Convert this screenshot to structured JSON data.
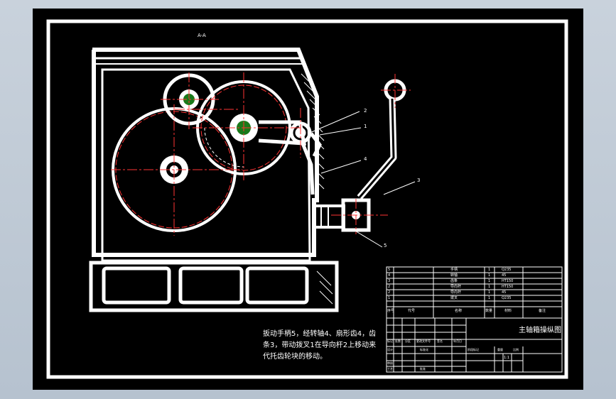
{
  "drawing": {
    "view_label": "A-A",
    "note_lines": [
      "扳动手柄5，经转轴4、扇形齿4，齿",
      "条3，带动拨叉1在导向杆2上移动来",
      "代托齿轮块的移动。"
    ],
    "leader_numbers": [
      "2",
      "1",
      "4",
      "3",
      "5"
    ]
  },
  "parts_list": {
    "rows": [
      {
        "no": "5",
        "name": "手柄",
        "qty": "1",
        "material": "Q235"
      },
      {
        "no": "4",
        "name": "转轴",
        "qty": "1",
        "material": "45"
      },
      {
        "no": "3",
        "name": "齿条",
        "qty": "1",
        "material": "HT150"
      },
      {
        "no": "2",
        "name": "导向杆",
        "qty": "1",
        "material": "HT150"
      },
      {
        "no": "2",
        "name": "导向杆",
        "qty": "1",
        "material": "45"
      },
      {
        "no": "1",
        "name": "拨叉",
        "qty": "1",
        "material": "Q235"
      }
    ],
    "header": {
      "no": "序号",
      "code": "代号",
      "name": "名称",
      "qty": "数量",
      "material": "材料",
      "remark": "备注"
    }
  },
  "title_block": {
    "drawing_title": "主轴箱操纵图",
    "scale": "1:1",
    "labels": [
      "标记",
      "处数",
      "分区",
      "更改文件号",
      "签名",
      "年月日",
      "设计",
      "标准化",
      "审核",
      "工艺",
      "批准",
      "阶段标记",
      "重量",
      "比例"
    ]
  }
}
